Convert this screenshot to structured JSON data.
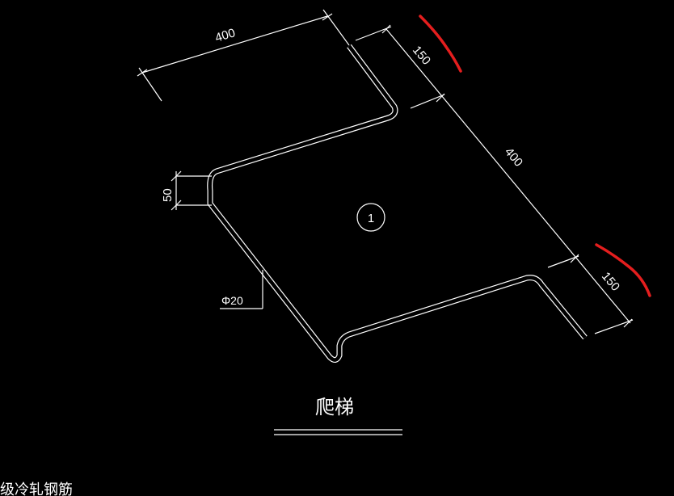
{
  "drawing": {
    "title": "爬梯",
    "item_number": "1",
    "bar_spec": "Φ20",
    "dimensions": {
      "top_length": "400",
      "upper_hook": "150",
      "diagonal_length": "400",
      "lower_hook": "150",
      "offset": "50"
    },
    "footer_text": "级冷轧钢筋"
  },
  "colors": {
    "background": "#000000",
    "line": "#ffffff",
    "annotation_mark": "#e41e1e"
  }
}
